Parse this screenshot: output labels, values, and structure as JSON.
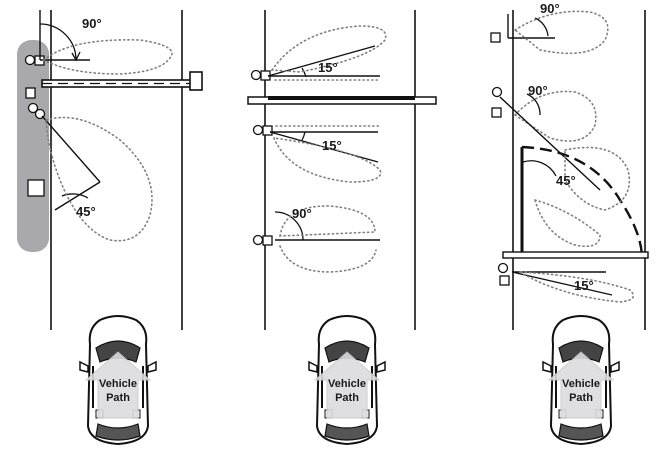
{
  "panels": [
    {
      "angles": [
        "90°",
        "45°"
      ]
    },
    {
      "angles": [
        "15°",
        "15°",
        "90°"
      ]
    },
    {
      "angles": [
        "90°",
        "90°",
        "45°",
        "15°"
      ]
    }
  ],
  "vehicle_label_line1": "Vehicle",
  "vehicle_label_line2": "Path",
  "colors": {
    "ink": "#111111",
    "sensor_zone": "#a8a8ac",
    "detection_pattern": "#7f7f7f",
    "arrow": "#d9d9db",
    "windshield": "#555555"
  }
}
